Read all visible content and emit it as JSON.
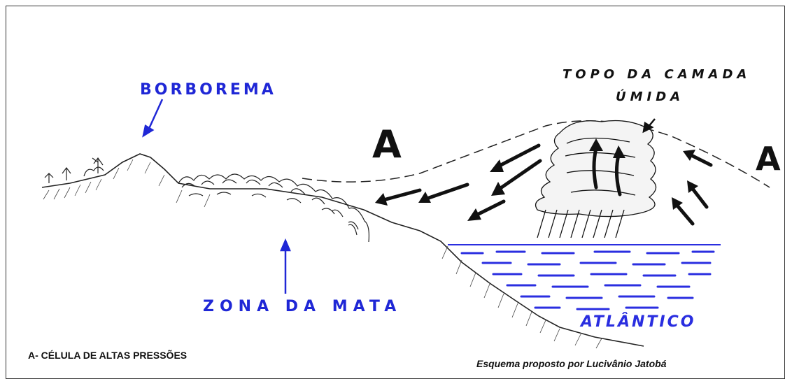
{
  "labels": {
    "borborema": "BORBOREMA",
    "topo_line1": "TOPO DA CAMADA",
    "topo_line2": "ÚMIDA",
    "zona_da_mata": "ZONA DA MATA",
    "atlantico": "ATLÂNTICO",
    "high_left": "A",
    "high_right": "A"
  },
  "captions": {
    "title": "A- CÉLULA DE ALTAS PRESSÕES",
    "credit": "Esquema proposto por Lucivânio Jatobá"
  },
  "colors": {
    "annotation": "#1f27d6",
    "ocean": "#2a2ee0",
    "ink": "#111111"
  }
}
